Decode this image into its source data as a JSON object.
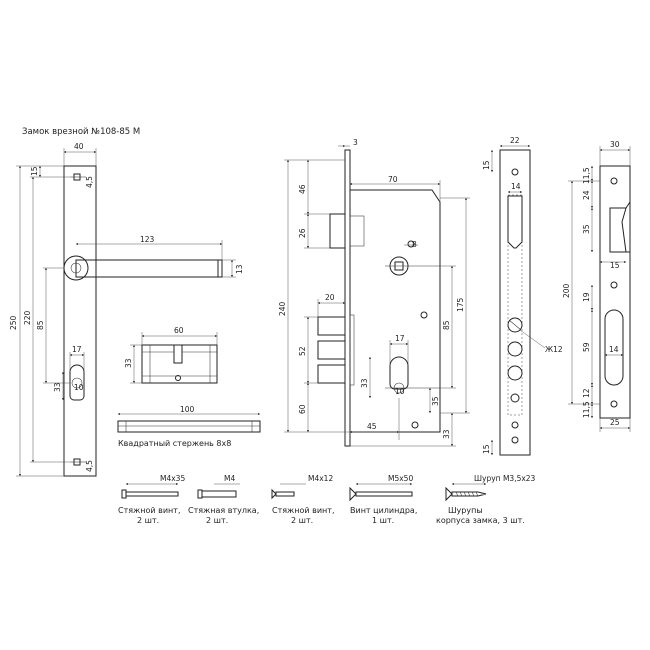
{
  "title": "Замок врезной №108-85 М",
  "handle_plate": {
    "width": "40",
    "height": "250",
    "lever": "123",
    "lever_h": "13",
    "top_off": "15",
    "top_hole": "4,5",
    "bot_hole": "4,5",
    "handle_to_cyl": "220",
    "cyl_85": "85",
    "cyl_w": "17",
    "cyl_33": "33",
    "cyl_10": "10"
  },
  "cylinder": {
    "length": "60",
    "height": "33"
  },
  "spindle": {
    "length": "100",
    "caption": "Квадратный стержень 8х8"
  },
  "lock_body": {
    "faceplate": "3",
    "body_w": "70",
    "spindle_sq": "8",
    "total_h": "240",
    "d46": "46",
    "d26": "26",
    "d20": "20",
    "d52": "52",
    "d60": "60",
    "d85": "85",
    "d175": "175",
    "d17": "17",
    "d33": "33",
    "d10": "10",
    "d35": "35",
    "d45": "45",
    "d33b": "33"
  },
  "faceplate": {
    "width": "22",
    "inner": "14",
    "top": "15",
    "bottom": "15",
    "hole": "Ж12"
  },
  "strike": {
    "width": "30",
    "d11_5": "11,5",
    "d24": "24",
    "d35": "35",
    "d15": "15",
    "total": "200",
    "d19": "19",
    "d59": "59",
    "d14": "14",
    "d12": "12",
    "d11_5b": "11,5",
    "bottom_w": "25"
  },
  "hardware": [
    {
      "spec": "М4х35",
      "caption1": "Стяжной винт,",
      "caption2": "2 шт."
    },
    {
      "spec": "М4",
      "caption1": "Стяжная втулка,",
      "caption2": "2 шт."
    },
    {
      "spec": "М4х12",
      "caption1": "Стяжной винт,",
      "caption2": "2 шт."
    },
    {
      "spec": "М5х50",
      "caption1": "Винт цилиндра,",
      "caption2": "1 шт."
    },
    {
      "spec": "Шуруп М3,5х23",
      "caption1": "Шурупы",
      "caption2": "корпуса замка, 3 шт."
    }
  ]
}
